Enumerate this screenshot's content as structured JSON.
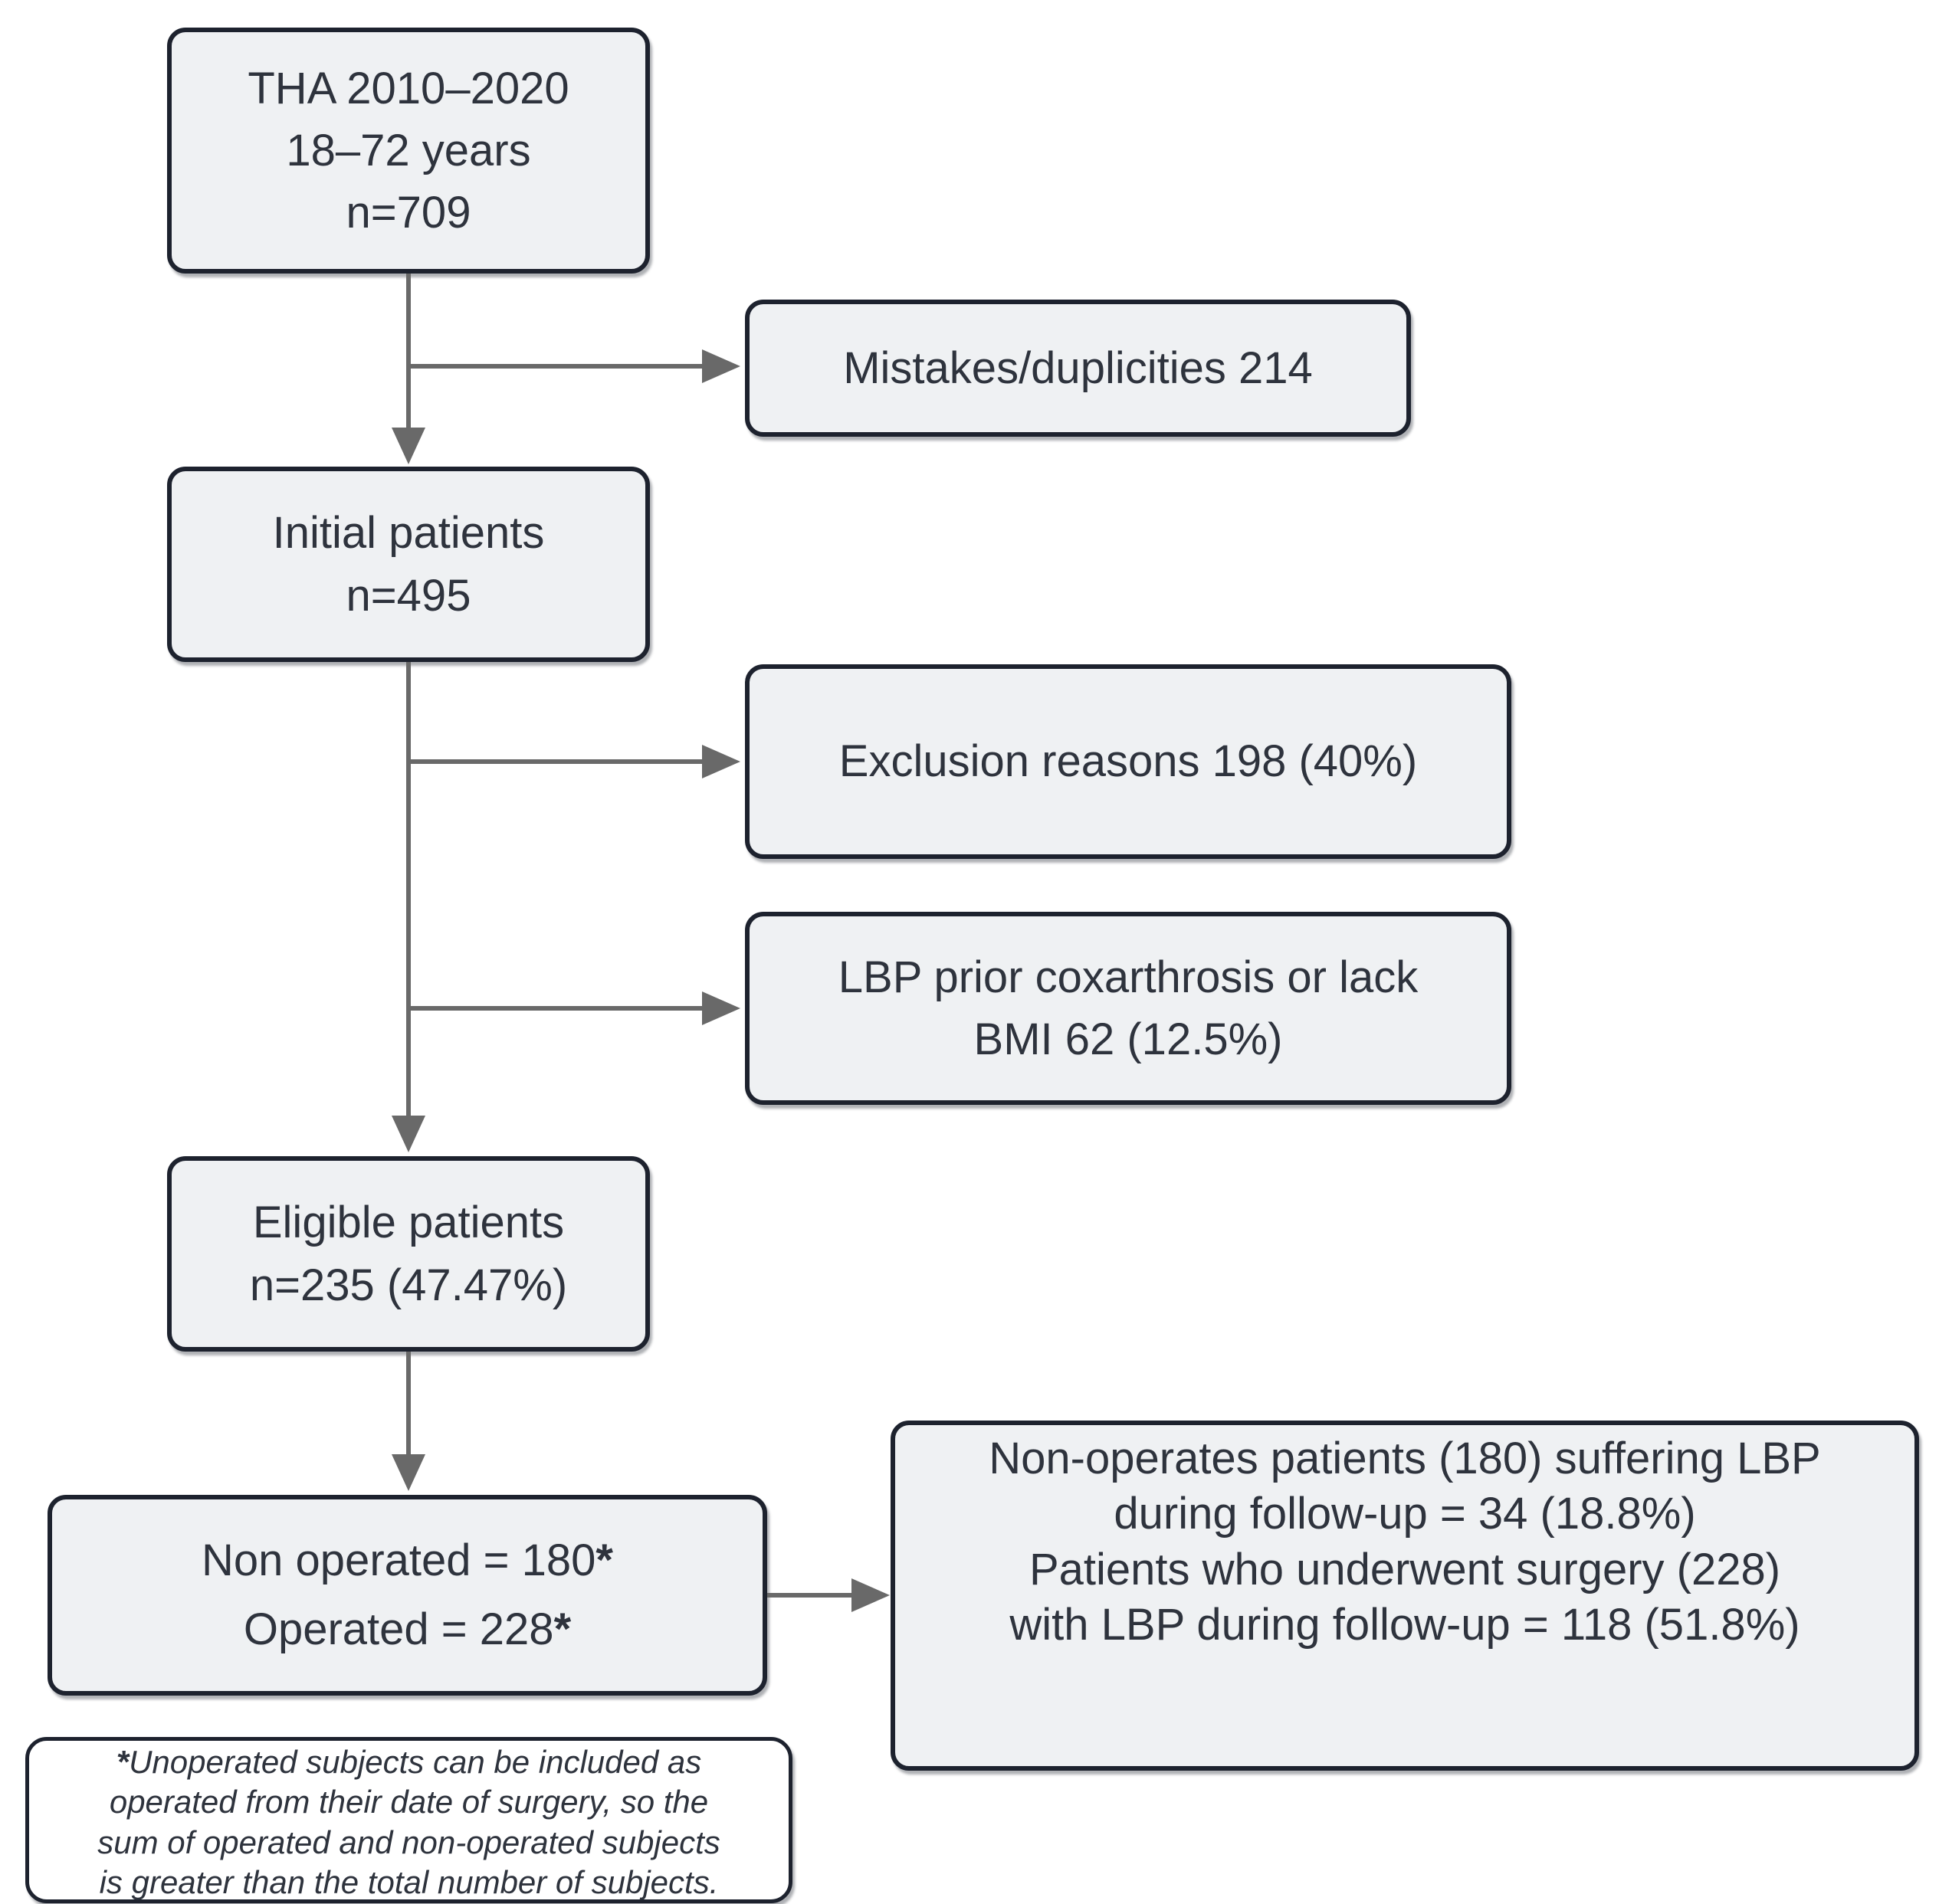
{
  "diagram_title": "Patient selection flowchart (THA cohort)",
  "colors": {
    "box_fill": "#eff1f3",
    "box_border": "#1d222e",
    "footnote_fill": "#ffffff",
    "arrow": "#696969",
    "text": "#2e333d"
  },
  "boxes": {
    "tha": {
      "line1": "THA 2010–2020",
      "line2": "18–72 years",
      "line3": "n=709"
    },
    "mistakes": {
      "line1": "Mistakes/duplicities 214"
    },
    "initial": {
      "line1": "Initial patients",
      "line2": "n=495"
    },
    "exclusion": {
      "line1": "Exclusion reasons 198 (40%)"
    },
    "lbp": {
      "line1": "LBP prior coxarthrosis or lack",
      "line2": "BMI 62 (12.5%)"
    },
    "eligible": {
      "line1": "Eligible patients",
      "line2": "n=235 (47.47%)"
    },
    "operated": {
      "line1": "Non operated = 180",
      "line1_mark": "*",
      "line2": "Operated = 228",
      "line2_mark": "*"
    },
    "outcome": {
      "line1": "Non-operates patients (180) suffering LBP",
      "line2": "during follow-up = 34 (18.8%)",
      "line3": "Patients who underwent surgery (228)",
      "line4": "with LBP during follow-up = 118 (51.8%)"
    },
    "footnote": {
      "mark": "*",
      "line1": "Unoperated subjects can be included as",
      "line2": "operated from their date of surgery, so the",
      "line3": "sum of operated and non-operated subjects",
      "line4": "is greater than the total number of subjects."
    }
  }
}
